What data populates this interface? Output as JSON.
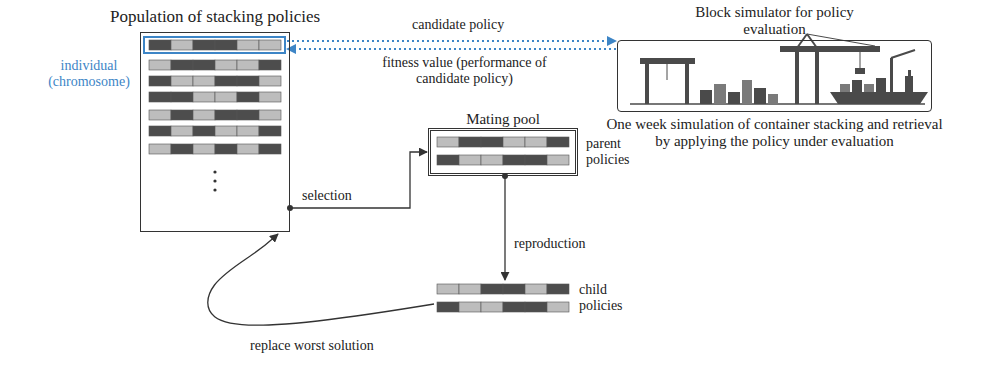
{
  "diagram": {
    "nodes": [
      {
        "text": [
          "Population of stacking policies"
        ]
      },
      {
        "text": [
          "individual (chromosome)"
        ],
        "in": 0
      },
      {
        "text": [
          "Block simulator for policy evaluation",
          "One week simulation of container stacking and retrieval by applying the policy under evaluation"
        ]
      },
      {
        "text": [
          "Mating pool"
        ]
      },
      {
        "text": [
          "child policies"
        ]
      }
    ],
    "edges": [
      {
        "from": 1,
        "to": 2,
        "label": "candidate policy",
        "arrow": "to"
      },
      {
        "from": 2,
        "to": 1,
        "label": "fitness value (performance of candidate policy)",
        "arrow": "to"
      },
      {
        "from": 0,
        "to": 3,
        "label": "selection",
        "arrow": "to"
      },
      {
        "from": 3,
        "to": 4,
        "label": "reproduction",
        "arrow": "to"
      },
      {
        "from": 4,
        "to": 0,
        "label": "replace worst solution",
        "arrow": "to"
      }
    ],
    "labels": [
      "parent policies"
    ]
  }
}
